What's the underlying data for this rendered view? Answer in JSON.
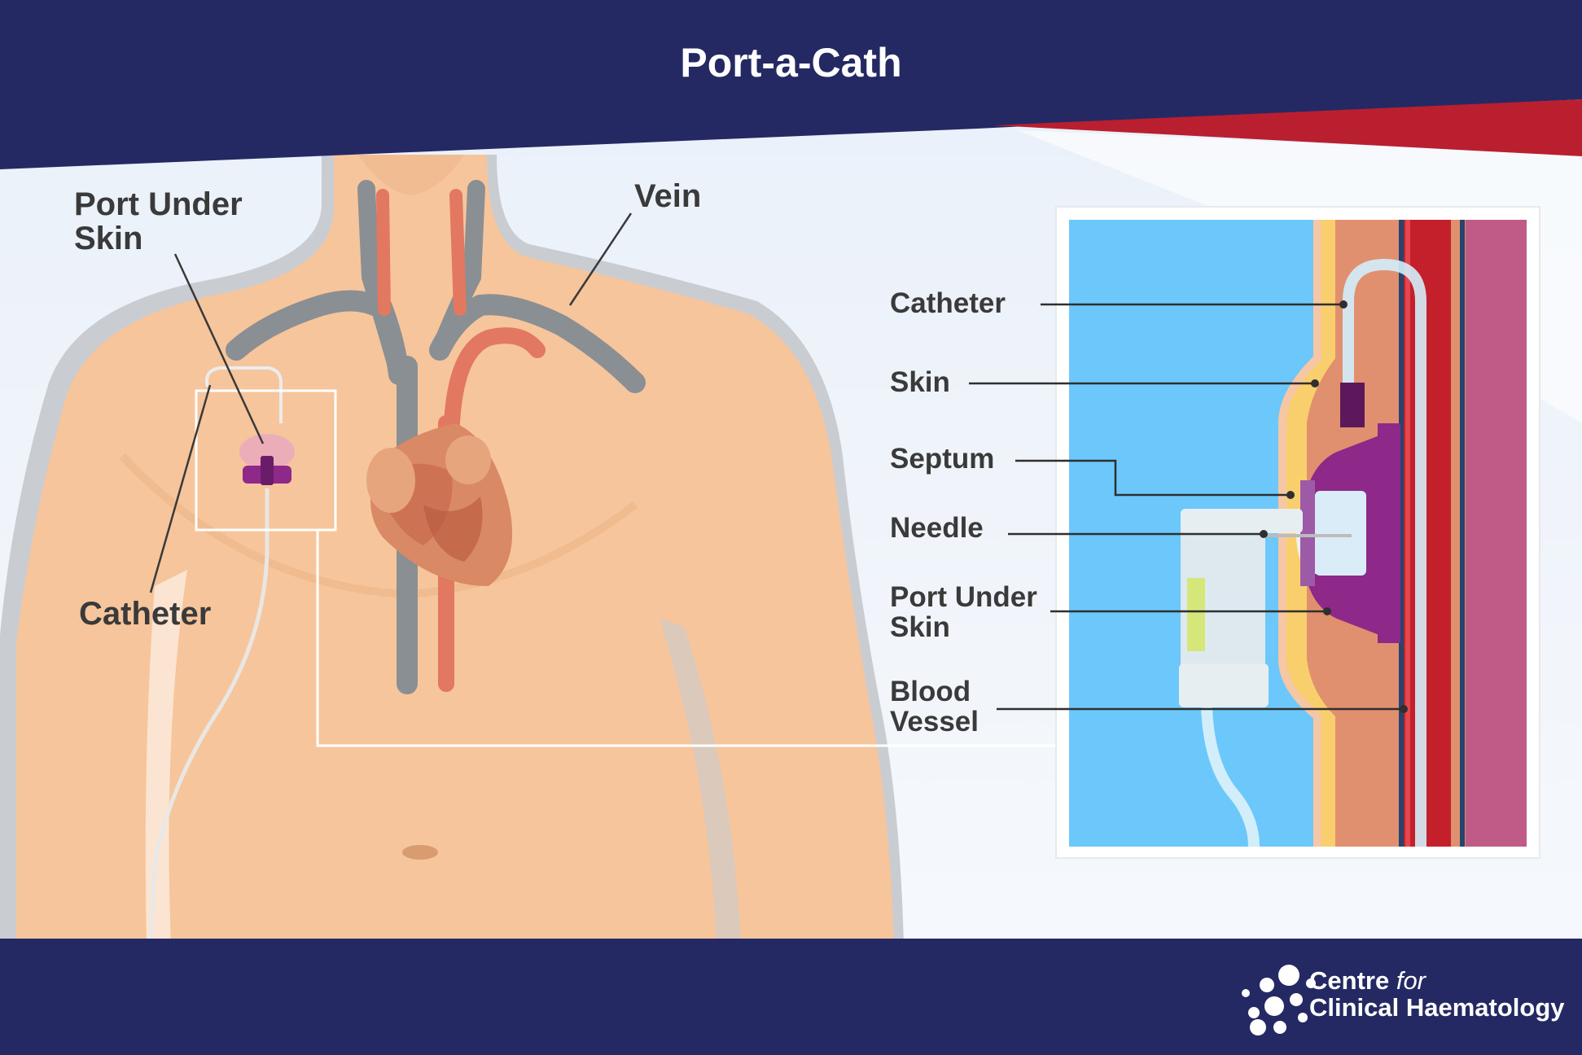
{
  "title": "Port-a-Cath",
  "body_labels": {
    "port_under_skin": "Port Under\nSkin",
    "vein": "Vein",
    "catheter": "Catheter"
  },
  "detail_labels": {
    "catheter": "Catheter",
    "skin": "Skin",
    "septum": "Septum",
    "needle": "Needle",
    "port_under_skin": "Port Under\nSkin",
    "blood_vessel": "Blood\nVessel"
  },
  "logo": {
    "line1": "Centre",
    "line1_italic": "for",
    "line2": "Clinical Haematology"
  },
  "colors": {
    "navy": "#252963",
    "red": "#b91f2f",
    "skin": "#f6c59c",
    "vein_gray": "#8a8f93",
    "artery": "#e2785f",
    "port_purple": "#8e2889",
    "detail_blue": "#6cc8fa",
    "vessel_red": "#c3202b",
    "muscle_pink": "#bf5b86"
  }
}
